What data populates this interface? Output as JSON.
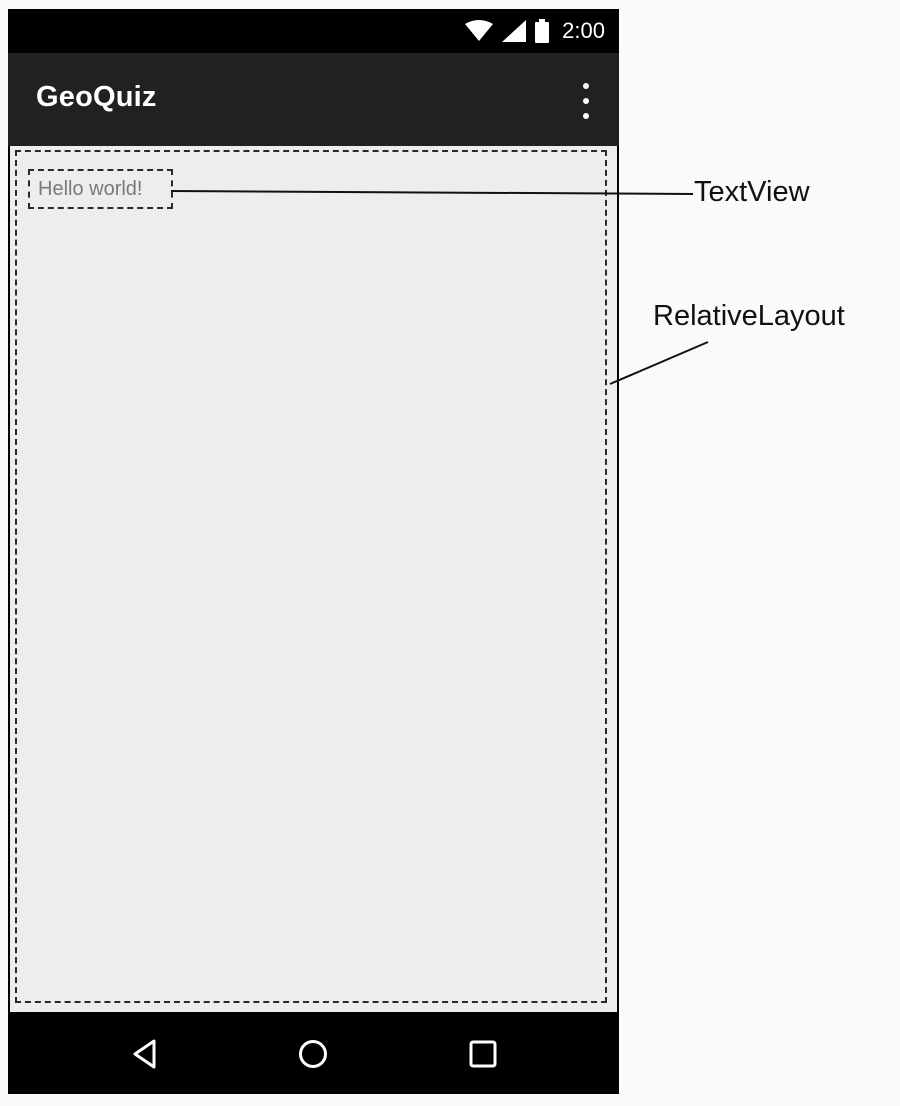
{
  "status_bar": {
    "time": "2:00",
    "icons": [
      "wifi-icon",
      "cell-signal-icon",
      "battery-icon"
    ]
  },
  "app_bar": {
    "title": "GeoQuiz",
    "overflow_icon": "more-vert-icon"
  },
  "content": {
    "textview_text": "Hello world!"
  },
  "nav_bar": {
    "icons": [
      "back-icon",
      "home-icon",
      "recents-icon"
    ]
  },
  "callouts": {
    "textview_label": "TextView",
    "relativelayout_label": "RelativeLayout"
  },
  "colors": {
    "status_bar": "#000000",
    "app_bar": "#212121",
    "content_bg": "#ededed",
    "page_bg": "#fafafa"
  }
}
